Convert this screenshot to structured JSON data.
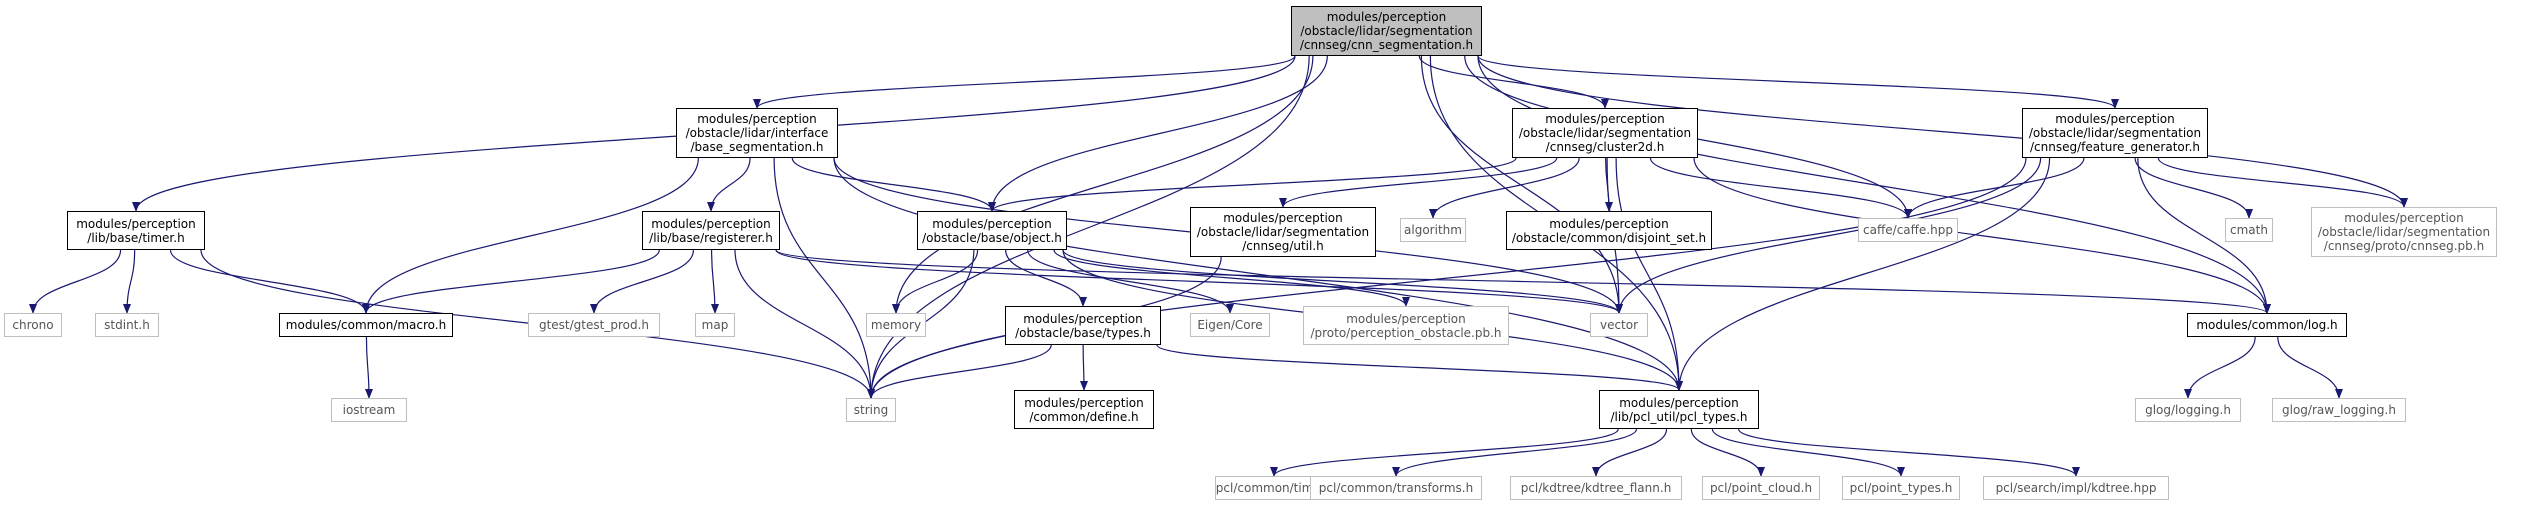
{
  "colors": {
    "edge": "#191970",
    "root_fill": "#bfbfbf",
    "documented_border": "#000000",
    "external_border": "#bfbfbf"
  },
  "nodes": [
    {
      "id": "root",
      "label": "modules/perception\n/obstacle/lidar/segmentation\n/cnnseg/cnn_segmentation.h",
      "kind": "root"
    },
    {
      "id": "timer",
      "label": "modules/perception\n/lib/base/timer.h",
      "kind": "documented"
    },
    {
      "id": "base_seg",
      "label": "modules/perception\n/obstacle/lidar/interface\n/base_segmentation.h",
      "kind": "documented"
    },
    {
      "id": "cluster2d",
      "label": "modules/perception\n/obstacle/lidar/segmentation\n/cnnseg/cluster2d.h",
      "kind": "documented"
    },
    {
      "id": "featgen",
      "label": "modules/perception\n/obstacle/lidar/segmentation\n/cnnseg/feature_generator.h",
      "kind": "documented"
    },
    {
      "id": "registerer",
      "label": "modules/perception\n/lib/base/registerer.h",
      "kind": "documented"
    },
    {
      "id": "object",
      "label": "modules/perception\n/obstacle/base/object.h",
      "kind": "documented"
    },
    {
      "id": "util",
      "label": "modules/perception\n/obstacle/lidar/segmentation\n/cnnseg/util.h",
      "kind": "documented"
    },
    {
      "id": "algorithm",
      "label": "algorithm",
      "kind": "external"
    },
    {
      "id": "disjoint",
      "label": "modules/perception\n/obstacle/common/disjoint_set.h",
      "kind": "documented"
    },
    {
      "id": "caffe",
      "label": "caffe/caffe.hpp",
      "kind": "external"
    },
    {
      "id": "cmath",
      "label": "cmath",
      "kind": "external"
    },
    {
      "id": "cnnseg_pb",
      "label": "modules/perception\n/obstacle/lidar/segmentation\n/cnnseg/proto/cnnseg.pb.h",
      "kind": "external"
    },
    {
      "id": "chrono",
      "label": "chrono",
      "kind": "external"
    },
    {
      "id": "stdint",
      "label": "stdint.h",
      "kind": "external"
    },
    {
      "id": "macro",
      "label": "modules/common/macro.h",
      "kind": "documented"
    },
    {
      "id": "gtest",
      "label": "gtest/gtest_prod.h",
      "kind": "external"
    },
    {
      "id": "map",
      "label": "map",
      "kind": "external"
    },
    {
      "id": "memory",
      "label": "memory",
      "kind": "external"
    },
    {
      "id": "types",
      "label": "modules/perception\n/obstacle/base/types.h",
      "kind": "documented"
    },
    {
      "id": "eigen",
      "label": "Eigen/Core",
      "kind": "external"
    },
    {
      "id": "perc_pb",
      "label": "modules/perception\n/proto/perception_obstacle.pb.h",
      "kind": "external"
    },
    {
      "id": "vector",
      "label": "vector",
      "kind": "external"
    },
    {
      "id": "log",
      "label": "modules/common/log.h",
      "kind": "documented"
    },
    {
      "id": "iostream",
      "label": "iostream",
      "kind": "external"
    },
    {
      "id": "string",
      "label": "string",
      "kind": "external"
    },
    {
      "id": "define",
      "label": "modules/perception\n/common/define.h",
      "kind": "documented"
    },
    {
      "id": "pcl_types",
      "label": "modules/perception\n/lib/pcl_util/pcl_types.h",
      "kind": "documented"
    },
    {
      "id": "glog",
      "label": "glog/logging.h",
      "kind": "external"
    },
    {
      "id": "glog_raw",
      "label": "glog/raw_logging.h",
      "kind": "external"
    },
    {
      "id": "pcl_time",
      "label": "pcl/common/time.h",
      "kind": "external"
    },
    {
      "id": "pcl_transforms",
      "label": "pcl/common/transforms.h",
      "kind": "external"
    },
    {
      "id": "pcl_kdtree_flann",
      "label": "pcl/kdtree/kdtree_flann.h",
      "kind": "external"
    },
    {
      "id": "pcl_point_cloud",
      "label": "pcl/point_cloud.h",
      "kind": "external"
    },
    {
      "id": "pcl_point_types",
      "label": "pcl/point_types.h",
      "kind": "external"
    },
    {
      "id": "pcl_search_kdtree",
      "label": "pcl/search/impl/kdtree.hpp",
      "kind": "external"
    }
  ],
  "edges": [
    [
      "root",
      "timer"
    ],
    [
      "root",
      "base_seg"
    ],
    [
      "root",
      "cluster2d"
    ],
    [
      "root",
      "featgen"
    ],
    [
      "root",
      "object"
    ],
    [
      "root",
      "memory"
    ],
    [
      "root",
      "vector"
    ],
    [
      "root",
      "caffe"
    ],
    [
      "root",
      "cnnseg_pb"
    ],
    [
      "root",
      "log"
    ],
    [
      "root",
      "pcl_types"
    ],
    [
      "root",
      "string"
    ],
    [
      "timer",
      "chrono"
    ],
    [
      "timer",
      "stdint"
    ],
    [
      "timer",
      "macro"
    ],
    [
      "timer",
      "string"
    ],
    [
      "base_seg",
      "registerer"
    ],
    [
      "base_seg",
      "object"
    ],
    [
      "base_seg",
      "macro"
    ],
    [
      "base_seg",
      "string"
    ],
    [
      "base_seg",
      "vector"
    ],
    [
      "base_seg",
      "pcl_types"
    ],
    [
      "registerer",
      "macro"
    ],
    [
      "registerer",
      "gtest"
    ],
    [
      "registerer",
      "map"
    ],
    [
      "registerer",
      "string"
    ],
    [
      "registerer",
      "vector"
    ],
    [
      "registerer",
      "log"
    ],
    [
      "object",
      "memory"
    ],
    [
      "object",
      "string"
    ],
    [
      "object",
      "types"
    ],
    [
      "object",
      "eigen"
    ],
    [
      "object",
      "perc_pb"
    ],
    [
      "object",
      "vector"
    ],
    [
      "object",
      "pcl_types"
    ],
    [
      "types",
      "string"
    ],
    [
      "types",
      "define"
    ],
    [
      "types",
      "pcl_types"
    ],
    [
      "cluster2d",
      "object"
    ],
    [
      "cluster2d",
      "util"
    ],
    [
      "cluster2d",
      "algorithm"
    ],
    [
      "cluster2d",
      "disjoint"
    ],
    [
      "cluster2d",
      "caffe"
    ],
    [
      "cluster2d",
      "vector"
    ],
    [
      "cluster2d",
      "log"
    ],
    [
      "cluster2d",
      "pcl_types"
    ],
    [
      "util",
      "string"
    ],
    [
      "featgen",
      "caffe"
    ],
    [
      "featgen",
      "cmath"
    ],
    [
      "featgen",
      "cnnseg_pb"
    ],
    [
      "featgen",
      "log"
    ],
    [
      "featgen",
      "vector"
    ],
    [
      "featgen",
      "string"
    ],
    [
      "featgen",
      "pcl_types"
    ],
    [
      "macro",
      "iostream"
    ],
    [
      "log",
      "glog"
    ],
    [
      "log",
      "glog_raw"
    ],
    [
      "pcl_types",
      "pcl_time"
    ],
    [
      "pcl_types",
      "pcl_transforms"
    ],
    [
      "pcl_types",
      "pcl_kdtree_flann"
    ],
    [
      "pcl_types",
      "pcl_point_cloud"
    ],
    [
      "pcl_types",
      "pcl_point_types"
    ],
    [
      "pcl_types",
      "pcl_search_kdtree"
    ]
  ]
}
